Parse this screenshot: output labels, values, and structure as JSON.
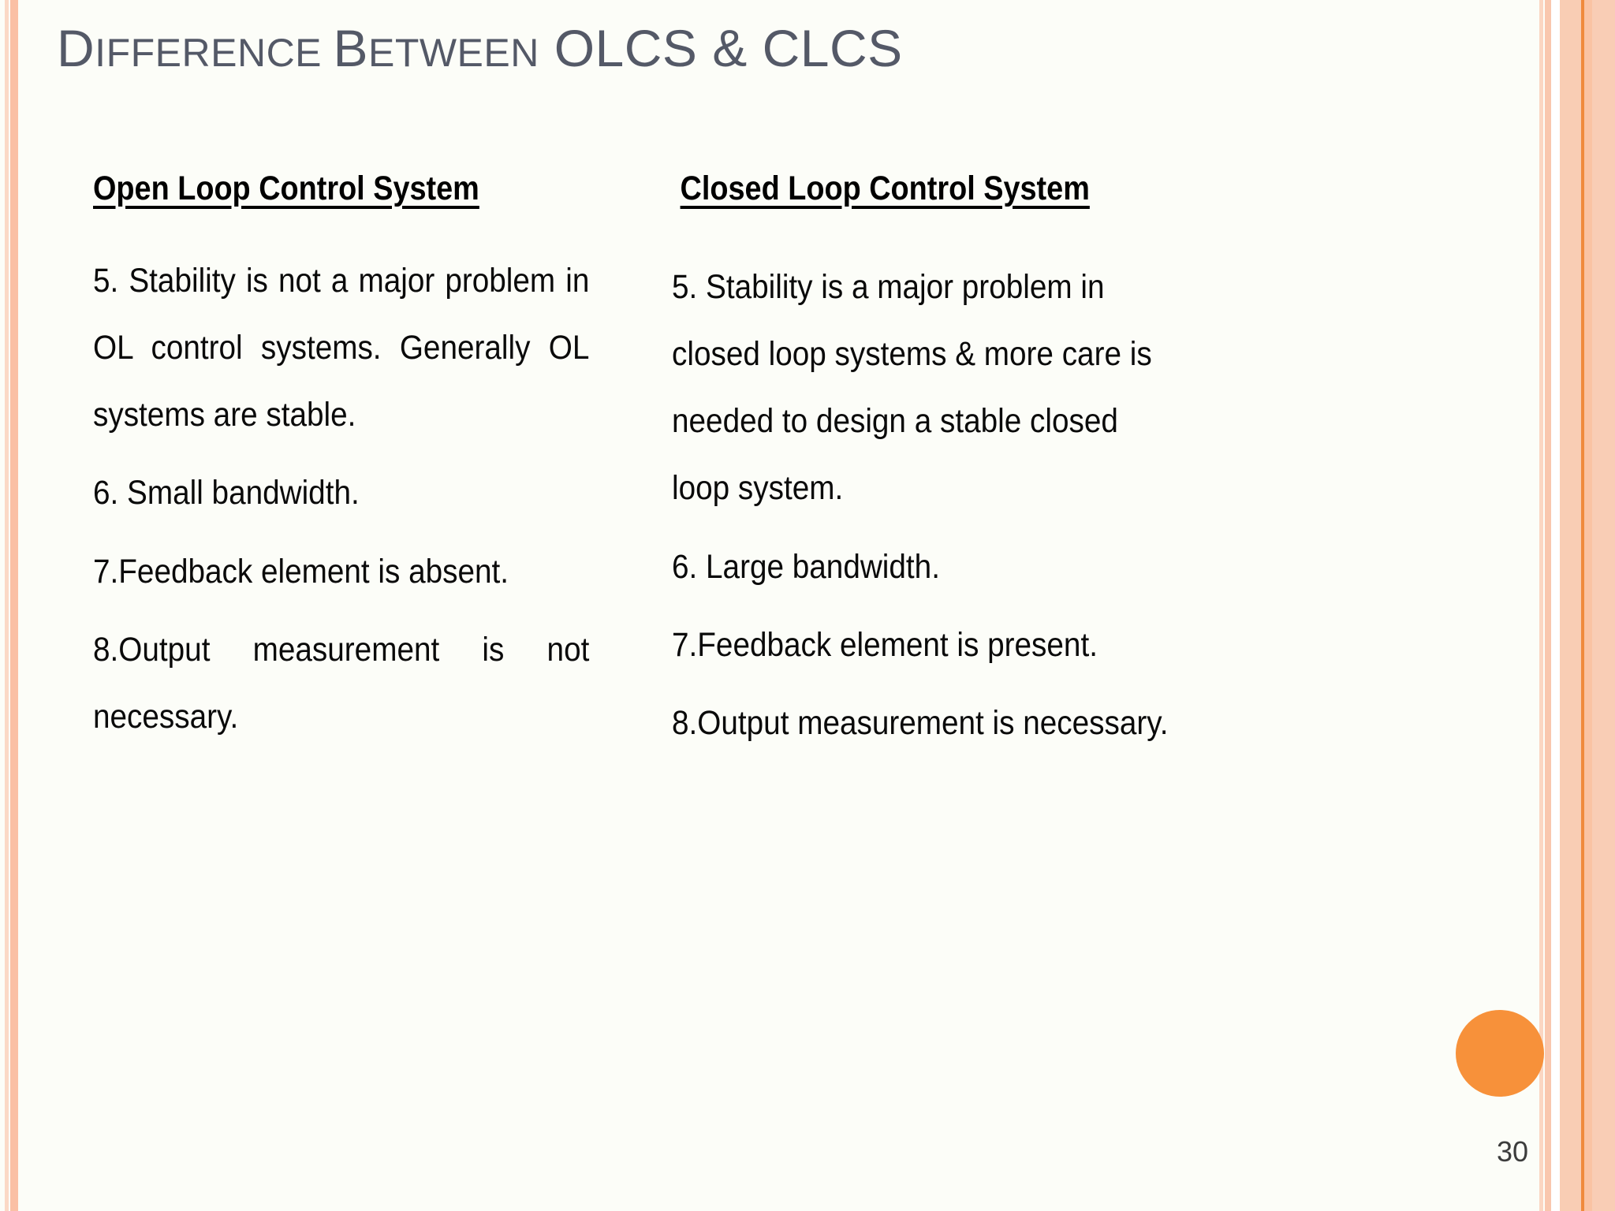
{
  "slide": {
    "title_parts": [
      {
        "text": "D",
        "style": "cap"
      },
      {
        "text": "IFFERENCE",
        "style": "sc"
      },
      {
        "text": " ",
        "style": "sc"
      },
      {
        "text": "B",
        "style": "cap"
      },
      {
        "text": "ETWEEN",
        "style": "sc"
      },
      {
        "text": " OLCS & CLCS",
        "style": "acro"
      }
    ],
    "title_plain": "DIFFERENCE BETWEEN OLCS & CLCS",
    "page_number": "30",
    "accent_color": "#F7913A",
    "title_color": "#545967",
    "background_color": "#FCFDF8"
  },
  "columns": {
    "left": {
      "header": "Open Loop Control System",
      "items": [
        "5. Stability is not a major problem in OL control systems.   Generally OL systems are stable.",
        "6. Small bandwidth.",
        "7.Feedback element is absent.",
        "8.Output measurement is not necessary."
      ]
    },
    "right": {
      "header": "Closed Loop Control System",
      "items": [
        "5. Stability is a major problem in closed loop systems & more care is needed to design a stable closed loop system.",
        "6. Large bandwidth.",
        "7.Feedback element is present.",
        "8.Output measurement is necessary."
      ]
    }
  }
}
